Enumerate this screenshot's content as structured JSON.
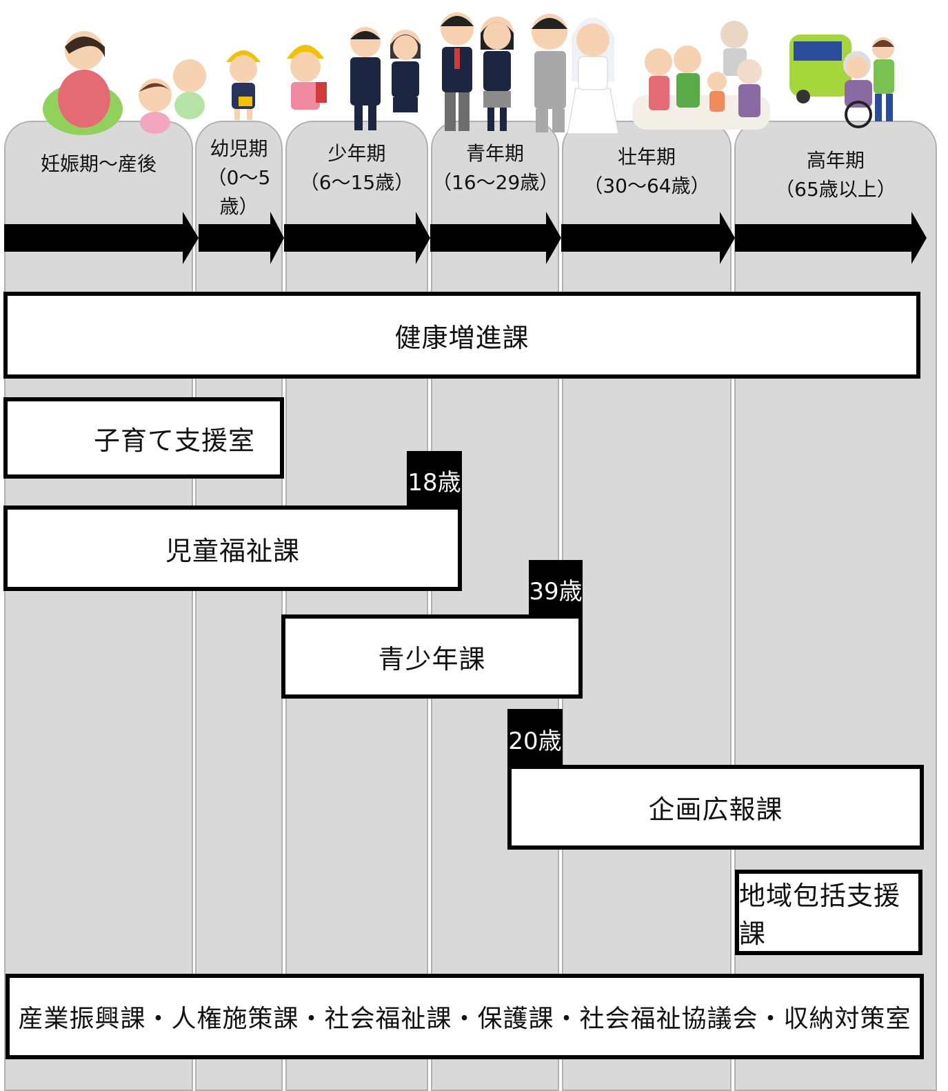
{
  "stages": [
    {
      "label": "妊娠期～産後"
    },
    {
      "label": "幼児期\n（0～5歳）"
    },
    {
      "label": "少年期\n（6～15歳）"
    },
    {
      "label": "青年期\n（16～29歳）"
    },
    {
      "label": "壮年期\n（30～64歳）"
    },
    {
      "label": "高年期\n（65歳以上）"
    }
  ],
  "departments": {
    "kenko": "健康増進課",
    "kosodate": "子育て支援室",
    "jido": "児童福祉課",
    "seishonen": "青少年課",
    "kikaku": "企画広報課",
    "chiiki": "地域包括支援課",
    "others": "産業振興課・人権施策課・社会福祉課・保護課・社会福祉協議会・収納対策室"
  },
  "age_limits": {
    "jido": "18歳",
    "seishonen": "39歳",
    "kikaku": "20歳"
  },
  "illustrations": [
    "pregnant-woman-and-babies-illustration",
    "kindergarten-child-illustration",
    "schoolchildren-illustration",
    "high-school-students-illustration",
    "wedding-couple-and-family-illustration",
    "elderly-care-illustration"
  ],
  "colors": {
    "column_bg": "#d9d9d9",
    "bar_border": "#000000",
    "tag_bg": "#000000"
  }
}
